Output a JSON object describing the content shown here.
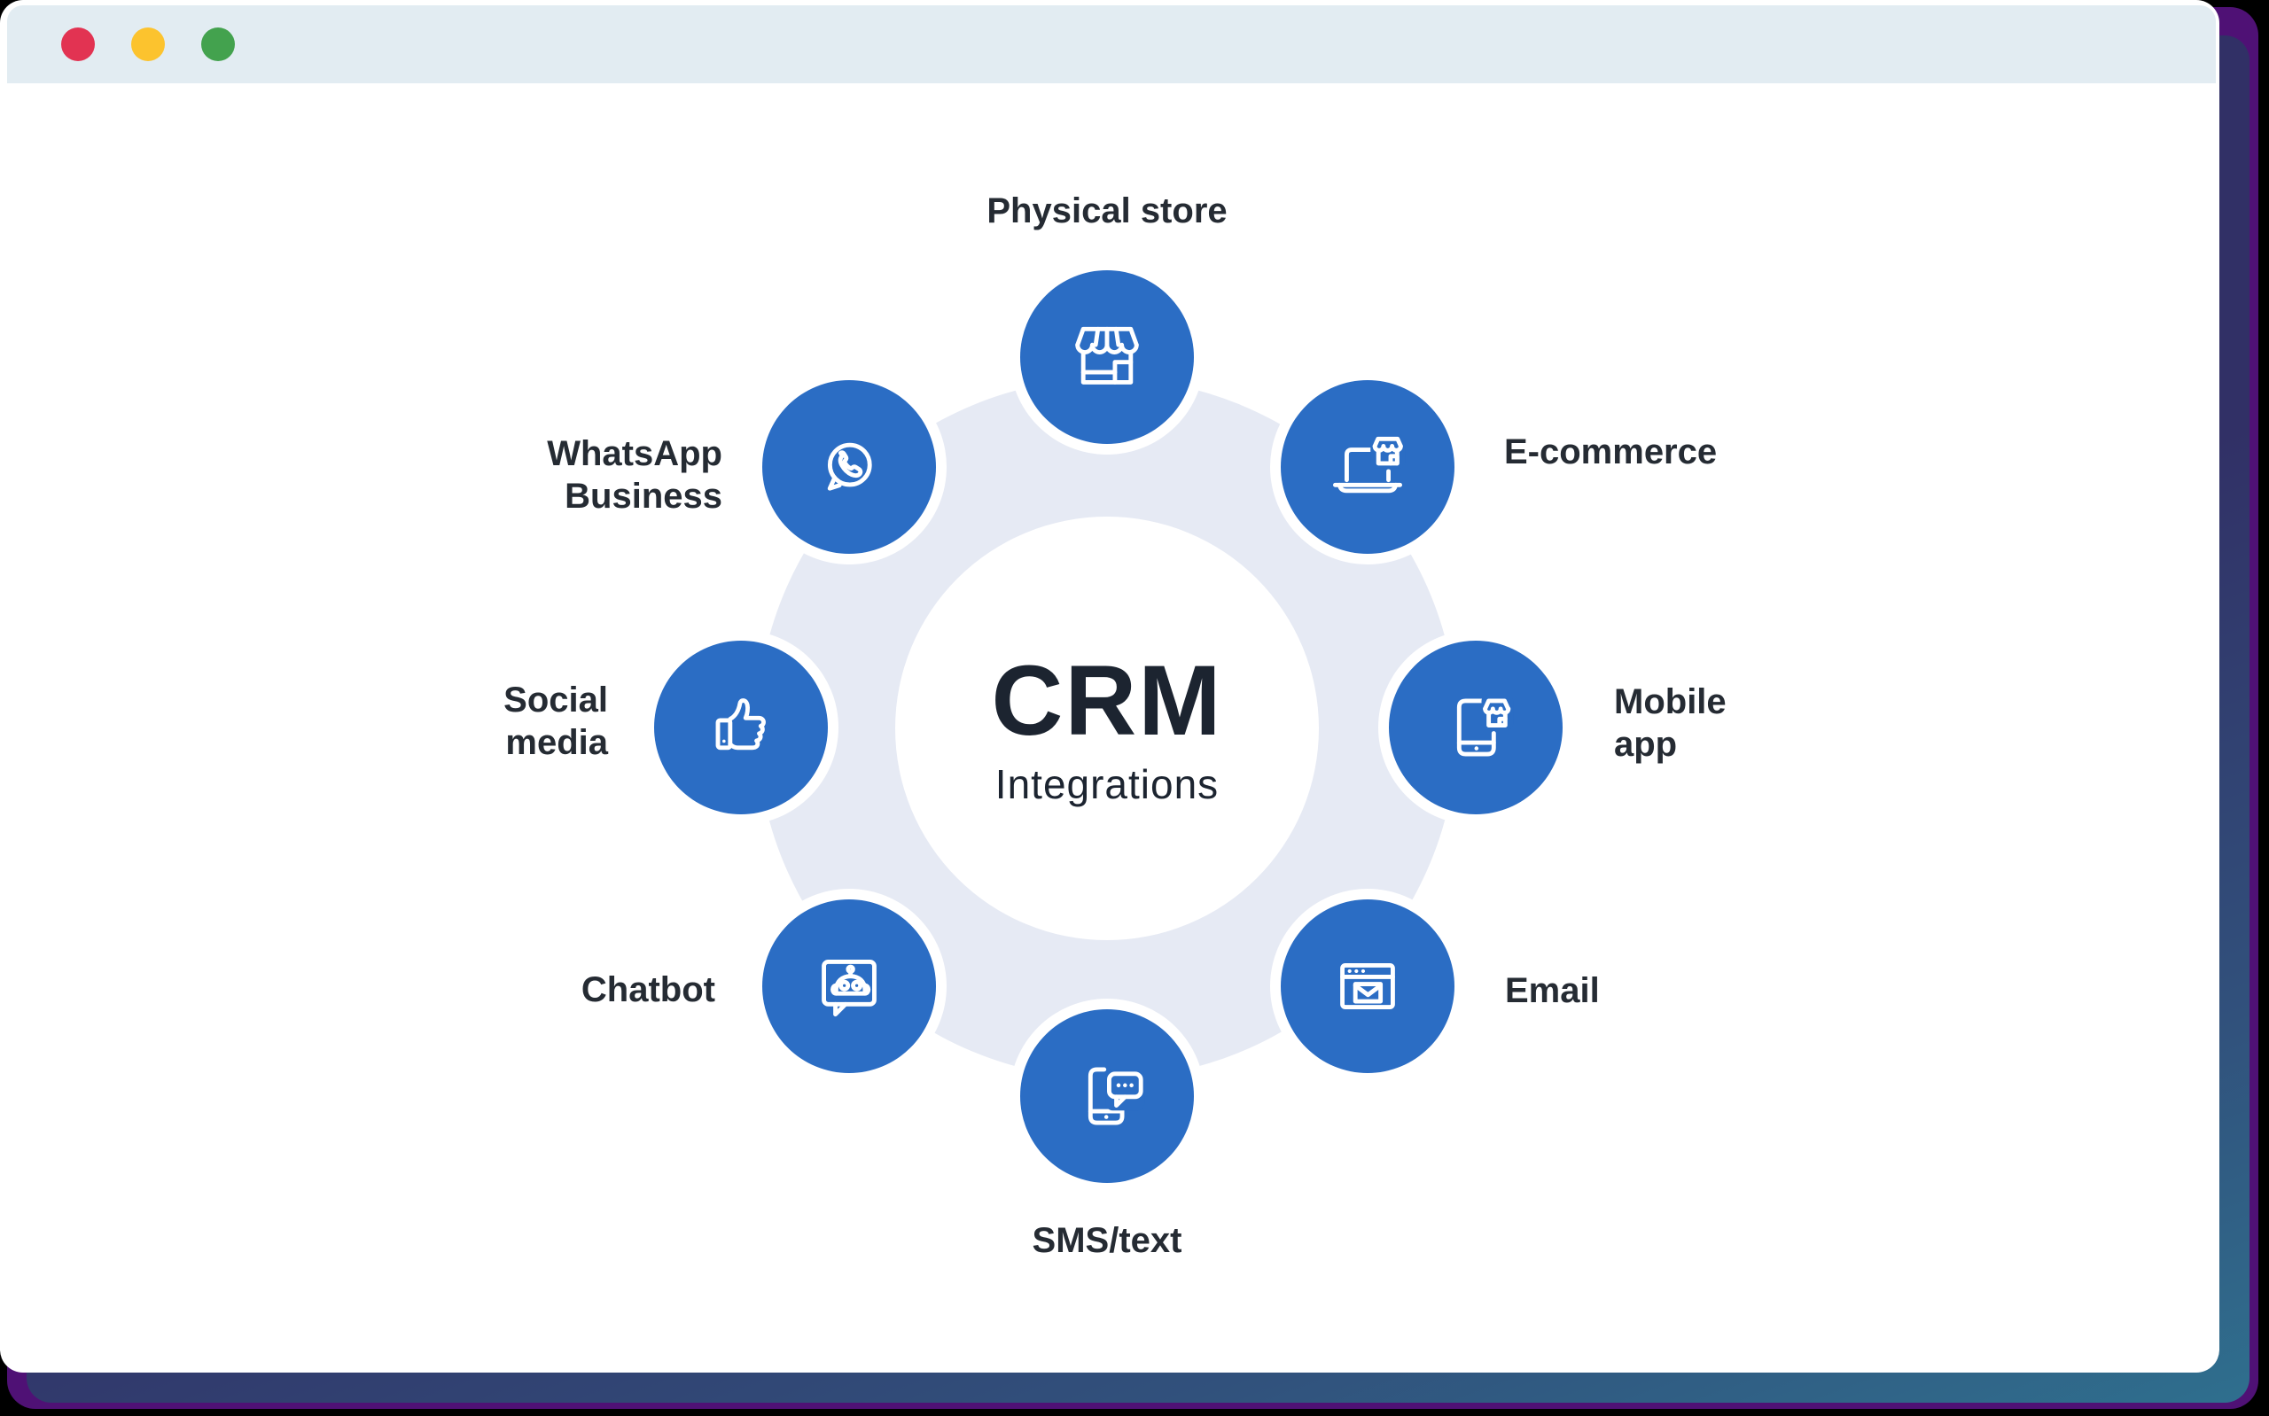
{
  "window": {
    "traffic_lights": [
      {
        "name": "close",
        "color": "#e23352"
      },
      {
        "name": "minimize",
        "color": "#fcc32e"
      },
      {
        "name": "maximize",
        "color": "#43a24e"
      }
    ]
  },
  "diagram": {
    "center": {
      "title": "CRM",
      "subtitle": "Integrations"
    },
    "nodes": [
      {
        "id": "physical-store",
        "label": "Physical store",
        "icon": "storefront-icon",
        "position": "top"
      },
      {
        "id": "e-commerce",
        "label": "E-commerce",
        "icon": "laptop-store-icon",
        "position": "top-right"
      },
      {
        "id": "mobile-app",
        "label": "Mobile app",
        "icon": "phone-store-icon",
        "position": "right"
      },
      {
        "id": "email",
        "label": "Email",
        "icon": "browser-envelope-icon",
        "position": "bottom-right"
      },
      {
        "id": "sms-text",
        "label": "SMS/text",
        "icon": "phone-chat-icon",
        "position": "bottom"
      },
      {
        "id": "chatbot",
        "label": "Chatbot",
        "icon": "robot-chat-icon",
        "position": "bottom-left"
      },
      {
        "id": "social-media",
        "label": "Social media",
        "icon": "thumbs-up-icon",
        "position": "left"
      },
      {
        "id": "whatsapp-business",
        "label": "WhatsApp Business",
        "icon": "whatsapp-icon",
        "position": "top-left"
      }
    ]
  },
  "colors": {
    "node-blue": "#2b6dc4",
    "ring": "#e6eaf4",
    "title-text": "#1c2430",
    "label-text": "#252b33",
    "titlebar-bg": "#e2ecf2",
    "frame-purple": "#4f1175",
    "frame-navy": "#313066",
    "frame-teal": "#2f6f8e",
    "window-bg": "#ffffff",
    "page-bg": "#000000"
  }
}
